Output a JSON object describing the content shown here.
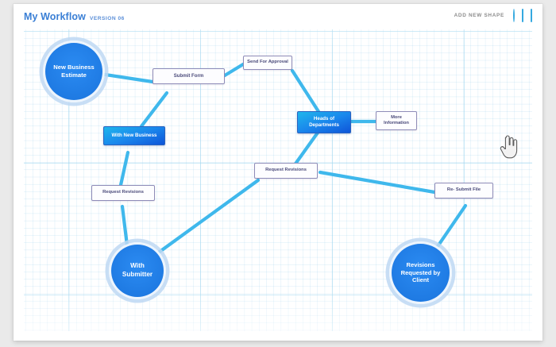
{
  "header": {
    "title": "My Workflow",
    "version": "VERSION 06",
    "add_shape_label": "ADD NEW SHAPE",
    "shapes": [
      {
        "name": "circle-shape-button",
        "icon": "circle-icon"
      },
      {
        "name": "square-shape-button",
        "icon": "square-icon"
      },
      {
        "name": "rectangle-shape-button",
        "icon": "rectangle-icon"
      }
    ]
  },
  "canvas": {
    "cursor_icon": "pointing-hand-cursor-icon",
    "accent_color": "#3fb8ec",
    "node_color": "#1e7fe8",
    "label_border_color": "#8f8cb8",
    "grid_color": "#a0d7f0"
  },
  "nodes": [
    {
      "id": "new-business-estimate",
      "label": "New Business\nEstimate",
      "type": "circle"
    },
    {
      "id": "with-submitter",
      "label": "With\nSubmitter",
      "type": "circle"
    },
    {
      "id": "revisions-requested",
      "label": "Revisions\nRequested by\nClient",
      "type": "circle"
    },
    {
      "id": "with-new-business",
      "label": "With New Business",
      "type": "rect"
    },
    {
      "id": "heads-of-departments",
      "label": "Heads of\nDepartments",
      "type": "rect"
    }
  ],
  "labels": [
    {
      "id": "submit-form",
      "text": "Submit Form"
    },
    {
      "id": "send-for-approval",
      "text": "Send For Approval"
    },
    {
      "id": "more-information",
      "text": "More\nInformation"
    },
    {
      "id": "request-revisions-mid",
      "text": "Request Revisions"
    },
    {
      "id": "request-revisions-left",
      "text": "Request Revisions"
    },
    {
      "id": "re-submit-file",
      "text": "Re- Submit File"
    }
  ]
}
